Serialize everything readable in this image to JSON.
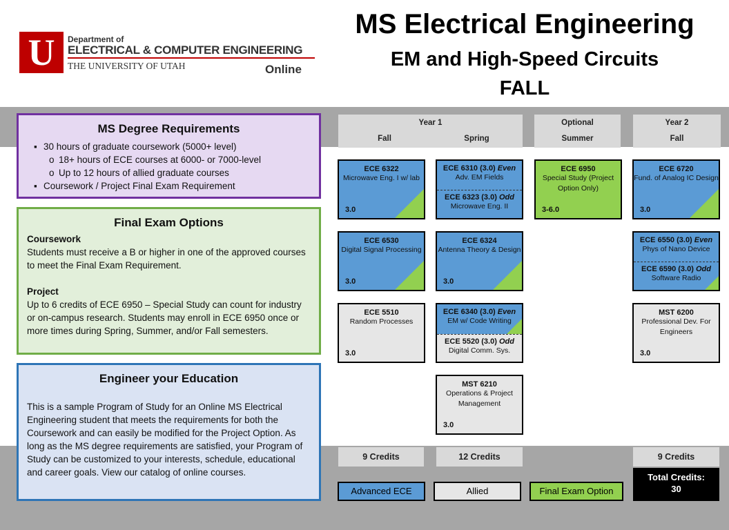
{
  "logo": {
    "dept_of": "Department of",
    "dept_name": "ELECTRICAL & COMPUTER ENGINEERING",
    "university": "THE UNIVERSITY OF UTAH",
    "online": "Online",
    "letter": "U"
  },
  "title": {
    "line1": "MS Electrical Engineering",
    "line2": "EM and High-Speed Circuits",
    "line3": "FALL"
  },
  "requirements": {
    "heading": "MS Degree Requirements",
    "items": [
      "30 hours of graduate coursework (5000+ level)",
      "18+ hours of ECE courses at 6000- or 7000-level",
      "Up to 12 hours of allied graduate courses",
      "Coursework / Project Final Exam Requirement"
    ]
  },
  "final_exam": {
    "heading": "Final Exam Options",
    "coursework_title": "Coursework",
    "coursework_text": "Students must receive a B or higher in one of the approved courses to meet the Final Exam Requirement.",
    "project_title": "Project",
    "project_text": "Up to 6 credits of ECE 6950 – Special Study can count for industry or on-campus research. Students may enroll in ECE 6950 once or more times during Spring, Summer, and/or Fall semesters."
  },
  "engineer": {
    "heading": "Engineer your Education",
    "text": "This is a sample Program of Study for an Online MS Electrical Engineering student that meets the requirements for both the Coursework and can easily be modified for the Project Option. As long as the MS degree requirements are satisfied, your Program of Study can be customized to your interests, schedule, educational and career goals. View our catalog of online courses."
  },
  "columns": {
    "year1": "Year 1",
    "fall": "Fall",
    "spring": "Spring",
    "optional": "Optional",
    "summer": "Summer",
    "year2": "Year 2",
    "fall2": "Fall"
  },
  "courses": {
    "c6322": {
      "code": "ECE 6322",
      "name": "Microwave Eng. I w/ lab",
      "credits": "3.0"
    },
    "c6530": {
      "code": "ECE 6530",
      "name": "Digital Signal Processing",
      "credits": "3.0"
    },
    "c5510": {
      "code": "ECE 5510",
      "name": "Random Processes",
      "credits": "3.0"
    },
    "c6310": {
      "code": "ECE 6310 (3.0)",
      "parity": "Even",
      "name": "Adv. EM Fields"
    },
    "c6323": {
      "code": "ECE 6323 (3.0)",
      "parity": "Odd",
      "name": "Microwave Eng. II"
    },
    "c6324": {
      "code": "ECE 6324",
      "name": "Antenna Theory & Design",
      "credits": "3.0"
    },
    "c6340": {
      "code": "ECE 6340 (3.0)",
      "parity": "Even",
      "name": "EM w/ Code Writing"
    },
    "c5520": {
      "code": "ECE 5520 (3.0)",
      "parity": "Odd",
      "name": "Digital Comm. Sys."
    },
    "m6210": {
      "code": "MST 6210",
      "name": "Operations & Project Management",
      "credits": "3.0"
    },
    "c6950": {
      "code": "ECE 6950",
      "name": "Special Study (Project Option Only)",
      "credits": "3-6.0"
    },
    "c6720": {
      "code": "ECE 6720",
      "name": "Fund. of Analog IC Design",
      "credits": "3.0"
    },
    "c6550": {
      "code": "ECE 6550 (3.0)",
      "parity": "Even",
      "name": "Phys of Nano Device"
    },
    "c6590": {
      "code": "ECE 6590 (3.0)",
      "parity": "Odd",
      "name": "Software Radio"
    },
    "m6200": {
      "code": "MST 6200",
      "name": "Professional Dev. For Engineers",
      "credits": "3.0"
    }
  },
  "credits": {
    "fall": "9 Credits",
    "spring": "12 Credits",
    "year2": "9 Credits",
    "total_label": "Total Credits:",
    "total_value": "30"
  },
  "legend": {
    "advanced": "Advanced ECE",
    "allied": "Allied",
    "final_exam": "Final Exam Option"
  },
  "colors": {
    "advanced": "#5b9bd5",
    "allied": "#e6e6e6",
    "final_exam": "#92d050",
    "utah_red": "#be0000",
    "purple": "#7030a0",
    "green_border": "#70ad47",
    "blue_border": "#2e75b6"
  }
}
